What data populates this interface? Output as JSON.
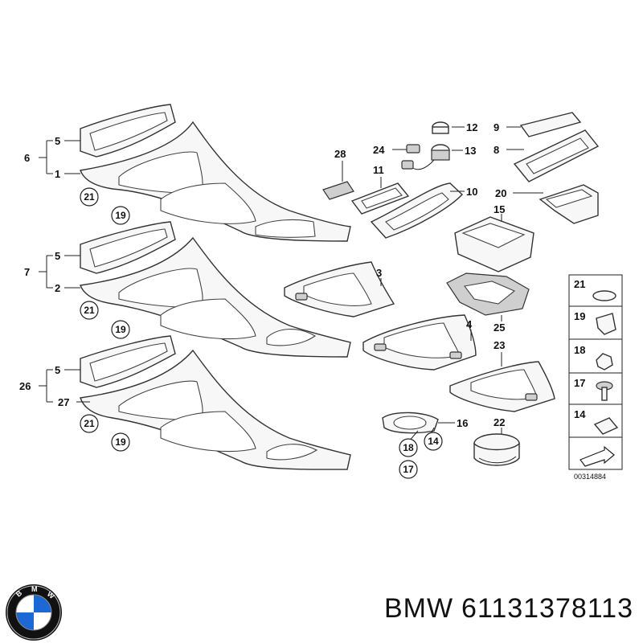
{
  "diagram": {
    "labels": {
      "l6": "6",
      "l5a": "5",
      "l1": "1",
      "l21a": "21",
      "l19a": "19",
      "l7": "7",
      "l5b": "5",
      "l2": "2",
      "l21b": "21",
      "l19b": "19",
      "l26": "26",
      "l5c": "5",
      "l27": "27",
      "l21c": "21",
      "l19c": "19",
      "l28": "28",
      "l24": "24",
      "l11": "11",
      "l12": "12",
      "l13": "13",
      "l10": "10",
      "l9": "9",
      "l8": "8",
      "l20": "20",
      "l15": "15",
      "l3": "3",
      "l4": "4",
      "l25": "25",
      "l23": "23",
      "l16": "16",
      "l18": "18",
      "l14": "14",
      "l17": "17",
      "l22": "22"
    },
    "legend": {
      "items": [
        "21",
        "19",
        "18",
        "17",
        "14"
      ]
    },
    "drawing_code": "00314884"
  },
  "footer": {
    "brand": "BMW",
    "part_number": "61131378113"
  },
  "colors": {
    "logo_blue": "#1c69d4",
    "logo_ring": "#111111"
  }
}
